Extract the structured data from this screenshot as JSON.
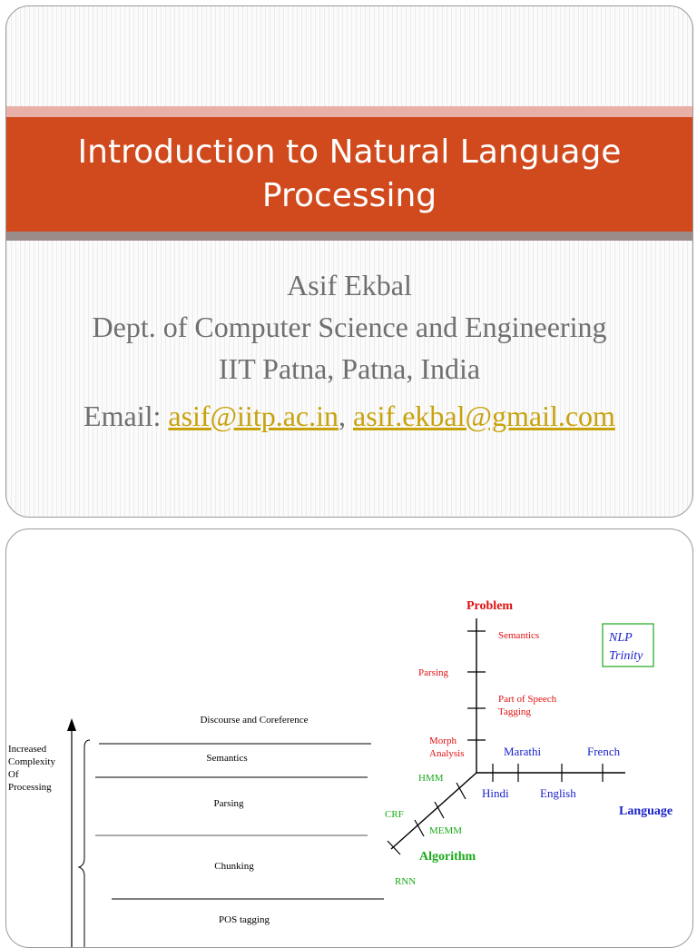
{
  "slide1": {
    "title_line1": "Introduction to Natural Language",
    "title_line2": "Processing",
    "author": "Asif  Ekbal",
    "department": "Dept. of Computer Science and Engineering",
    "institute": "IIT Patna, Patna, India",
    "email_label": "Email: ",
    "email1": "asif@iitp.ac.in",
    "separator": ", ",
    "email2": "asif.ekbal@gmail.com",
    "colors": {
      "title_band": "#d14a1d",
      "link": "#c8a20c",
      "text": "#6f6f6f"
    }
  },
  "slide2": {
    "left_label": [
      "Increased",
      "Complexity",
      "Of",
      "Processing"
    ],
    "layers": [
      "Discourse and Coreference",
      "Semantics",
      "Parsing",
      "Chunking",
      "POS tagging"
    ],
    "problem_axis": {
      "title": "Problem",
      "labels": [
        "Semantics",
        "Parsing",
        "Part of Speech",
        "Tagging",
        "Morph",
        "Analysis"
      ]
    },
    "language_axis": {
      "title": "Language",
      "upper": [
        "Marathi",
        "French"
      ],
      "lower": [
        "Hindi",
        "English"
      ]
    },
    "algorithm_axis": {
      "title": "Algorithm",
      "labels": [
        "HMM",
        "CRF",
        "MEMM",
        "RNN"
      ]
    },
    "trinity_box": [
      "NLP",
      "Trinity"
    ],
    "colors": {
      "problem": "#e01010",
      "language": "#1a22c8",
      "algorithm": "#1aaa1a"
    }
  }
}
